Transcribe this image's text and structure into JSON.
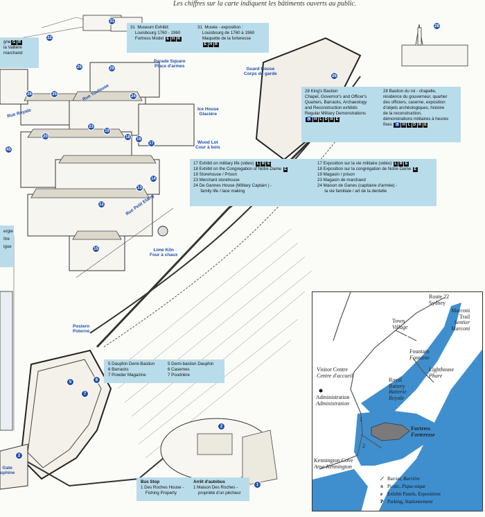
{
  "header_note": "Les chiffres sur la carte indiquent les bâtiments ouverts au public.",
  "street_labels": [
    {
      "name": "Rue Toulouse"
    },
    {
      "name": "Rue Royale"
    },
    {
      "name": "Rue Petit Etang"
    }
  ],
  "place_labels": [
    {
      "en": "Parade Square",
      "fr": "Place d'armes"
    },
    {
      "en": "Guard House",
      "fr": "Corps de garde"
    },
    {
      "en": "Ice House",
      "fr": "Glacière"
    },
    {
      "en": "Wood Lot",
      "fr": "Cour à bois"
    },
    {
      "en": "Lime Kiln",
      "fr": "Four à chaux"
    },
    {
      "en": "Postern",
      "fr": "Poterne"
    },
    {
      "en": "Gate",
      "fr": "uphine"
    }
  ],
  "left_edge_text": {
    "line1": "gne",
    "line2": "la Vallière",
    "line3": "marchand",
    "badges": [
      "G",
      "R"
    ]
  },
  "left_edge_text2": [
    "ergie",
    "ître",
    "igue"
  ],
  "panel_museum": {
    "en_num": "31",
    "en_title": "Museum Exhibit:",
    "en_line2": "Louisbourg 1760 - 1960",
    "en_line3": "Fortress Model",
    "en_badges": [
      "E",
      "H",
      "R"
    ],
    "fr_num": "31",
    "fr_title": "Musée - exposition :",
    "fr_line2": "Louisbourg de 1760 à 1960",
    "fr_line3": "Maquette de la forteresse",
    "fr_badges": [
      "E",
      "H",
      "R"
    ]
  },
  "panel_bastion": {
    "en": [
      "28 King's Bastion",
      "Chapel, Governor's and Officer's",
      "Quarters, Barracks, Archaeology",
      "and Reconstruction exhibits",
      "Regular Military Demonstrations"
    ],
    "en_badges": [
      "♿",
      "H",
      "L",
      "D",
      "R",
      "E"
    ],
    "fr": [
      "28  Bastion du roi - chapelle,",
      "résidence du gouverneur, quartier",
      "des officiers, caserne, exposition",
      "d'objets archéologiques, histoire",
      "de la reconstruction,",
      "démonstrations militaires à heures",
      "fixes"
    ],
    "fr_badges": [
      "♿",
      "H",
      "L",
      "D",
      "R",
      "E"
    ]
  },
  "panel_buildings": {
    "en": [
      {
        "text": "17  Exhibit on military life (video)",
        "badges": [
          "L",
          "R",
          "E"
        ]
      },
      {
        "text": "18  Exhibit on the Congregation of Notre Dame",
        "badges": [
          "E"
        ]
      },
      {
        "text": "19  Storehouse / Prison",
        "badges": []
      },
      {
        "text": "23  Merchant storehouse",
        "badges": []
      },
      {
        "text": "24  De Gannes House (Military Captain ) -",
        "badges": []
      },
      {
        "text": "      family life / lace making",
        "badges": []
      }
    ],
    "fr": [
      {
        "text": "17  Exposition sur la vie militaire (vidéo)",
        "badges": [
          "L",
          "R",
          "E"
        ]
      },
      {
        "text": "18  Exposition sur la congrégation de Notre Dame",
        "badges": [
          "E"
        ]
      },
      {
        "text": "19  Magasin / prison",
        "badges": []
      },
      {
        "text": "23  Magasin de marchand",
        "badges": []
      },
      {
        "text": "24  Maison de Ganes (capitaine d'armée) -",
        "badges": []
      },
      {
        "text": "      la vie familiale / art de la dentelle",
        "badges": []
      }
    ]
  },
  "panel_dauphin": {
    "en": [
      "5  Dauphin Demi-Bastion",
      "6  Barracks",
      "7  Powder Magazine"
    ],
    "fr": [
      "5  Demi-bastion Dauphin",
      "6  Casernes",
      "7  Poudrière"
    ]
  },
  "panel_bus": {
    "en_title": "Bus Stop",
    "en": [
      "1  Des Roches House -",
      "    Fishing Property"
    ],
    "fr_title": "Arrêt d'autobus",
    "fr": [
      "1  Maison Des Roches -",
      "    propriété d'un pêcheur"
    ]
  },
  "markers": [
    "1",
    "2",
    "5",
    "6",
    "7",
    "12",
    "13",
    "14",
    "15",
    "16",
    "17",
    "18",
    "19",
    "20",
    "23",
    "24",
    "25",
    "26",
    "28",
    "29",
    "31",
    "32",
    "35",
    "45"
  ],
  "inset": {
    "route": "Route 22",
    "route_town": "Sydney",
    "places": [
      {
        "en": "Marconi",
        "fr": "Trail",
        "fr2": "Sentier",
        "fr3": "Marconi"
      },
      {
        "en": "Town",
        "fr": "Village"
      },
      {
        "en": "Fountain",
        "fr": "Fontaine"
      },
      {
        "en": "Visitor Centre",
        "fr": "Centre d'accueil"
      },
      {
        "en": "Lighthouse",
        "fr": "Phare"
      },
      {
        "en": "Royal",
        "fr": "Battery",
        "fr2": "Batterie",
        "fr3": "Royale"
      },
      {
        "en": "Administration",
        "fr": "Administration"
      },
      {
        "en": "Fortress",
        "fr": "Forteresse"
      },
      {
        "en": "Kennington Cove",
        "fr": "Anse Kennington"
      }
    ],
    "road_numbers": [
      "1",
      "2"
    ],
    "legend": [
      {
        "symbol": "⟋",
        "en": "Barrier,",
        "fr": "Barrière"
      },
      {
        "symbol": "π",
        "en": "Picnic,",
        "fr": "Pique-nique"
      },
      {
        "symbol": "e",
        "en": "Exhibit Panels,",
        "fr": "Expositions"
      },
      {
        "symbol": "P",
        "en": "Parking,",
        "fr": "Stationnement"
      }
    ],
    "colors": {
      "water": "#3f8fcf",
      "land": "#ffffff",
      "fortress": "#7a7a7a",
      "road": "#555555"
    }
  },
  "colors": {
    "panel_bg": "#b9dcea",
    "marker": "#1f4fa8",
    "label": "#1f4fa8"
  }
}
